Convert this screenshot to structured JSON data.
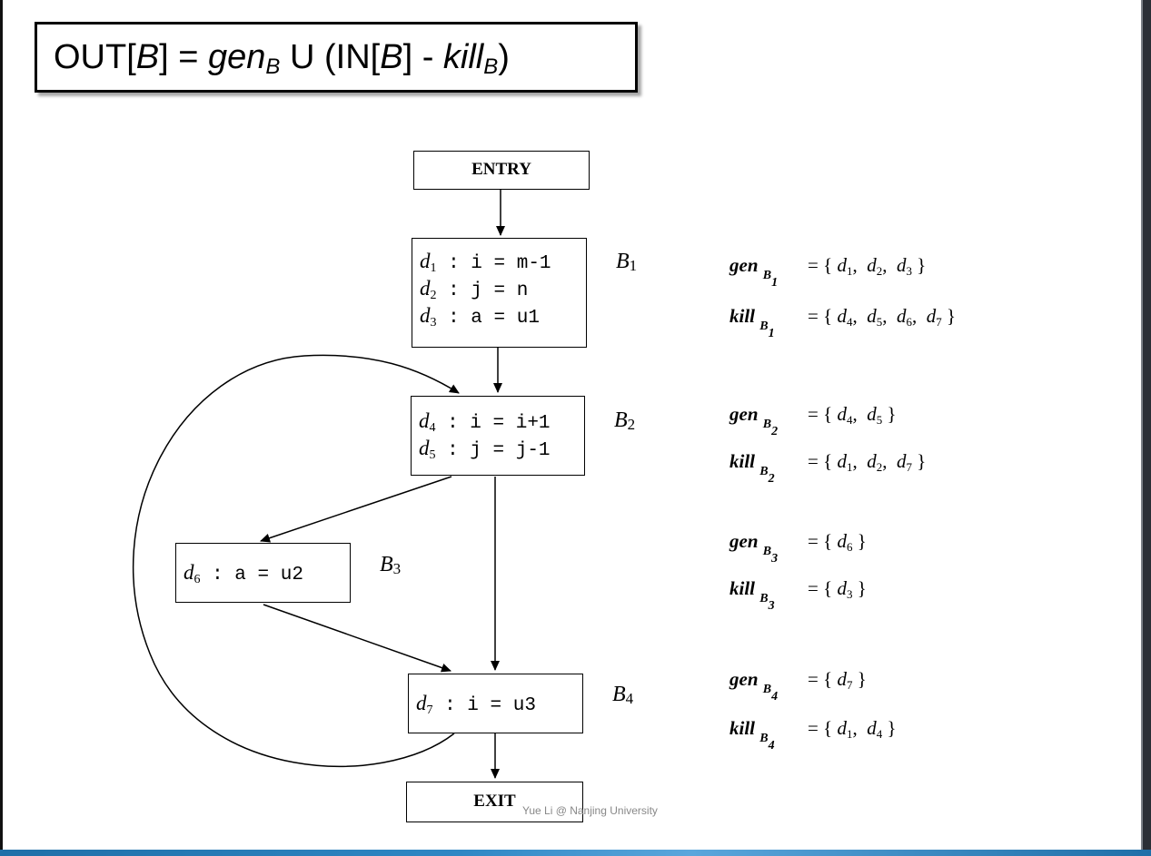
{
  "formula": {
    "out": "OUT[",
    "b1": "B",
    "close1": "] = ",
    "gen": "gen",
    "gen_sub": "B",
    "union": " U (IN[",
    "b2": "B",
    "minus": "] - ",
    "kill": "kill",
    "kill_sub": "B",
    "close2": ")"
  },
  "nodes": {
    "entry": {
      "label": "ENTRY"
    },
    "exit": {
      "label": "EXIT"
    },
    "b1": {
      "label": "B",
      "label_sub": "1",
      "stmts": [
        {
          "d": "d",
          "n": "1",
          "code": " : i = m-1"
        },
        {
          "d": "d",
          "n": "2",
          "code": " : j = n"
        },
        {
          "d": "d",
          "n": "3",
          "code": " : a = u1"
        }
      ]
    },
    "b2": {
      "label": "B",
      "label_sub": "2",
      "stmts": [
        {
          "d": "d",
          "n": "4",
          "code": " : i = i+1"
        },
        {
          "d": "d",
          "n": "5",
          "code": " : j = j-1"
        }
      ]
    },
    "b3": {
      "label": "B",
      "label_sub": "3",
      "stmts": [
        {
          "d": "d",
          "n": "6",
          "code": " : a = u2"
        }
      ]
    },
    "b4": {
      "label": "B",
      "label_sub": "4",
      "stmts": [
        {
          "d": "d",
          "n": "7",
          "code": " : i = u3"
        }
      ]
    }
  },
  "sets": {
    "gen_b1": {
      "name": "gen",
      "sub": "B",
      "subn": "1",
      "eq": "= {",
      "items": [
        "1",
        "2",
        "3"
      ],
      "close": "}"
    },
    "kill_b1": {
      "name": "kill",
      "sub": "B",
      "subn": "1",
      "eq": "= {",
      "items": [
        "4",
        "5",
        "6",
        "7"
      ],
      "close": "}"
    },
    "gen_b2": {
      "name": "gen",
      "sub": "B",
      "subn": "2",
      "eq": "= {",
      "items": [
        "4",
        "5"
      ],
      "close": "}"
    },
    "kill_b2": {
      "name": "kill",
      "sub": "B",
      "subn": "2",
      "eq": "= {",
      "items": [
        "1",
        "2",
        "7"
      ],
      "close": "}"
    },
    "gen_b3": {
      "name": "gen",
      "sub": "B",
      "subn": "3",
      "eq": "= {",
      "items": [
        "6"
      ],
      "close": "}"
    },
    "kill_b3": {
      "name": "kill",
      "sub": "B",
      "subn": "3",
      "eq": "= {",
      "items": [
        "3"
      ],
      "close": "}"
    },
    "gen_b4": {
      "name": "gen",
      "sub": "B",
      "subn": "4",
      "eq": "= {",
      "items": [
        "7"
      ],
      "close": "}"
    },
    "kill_b4": {
      "name": "kill",
      "sub": "B",
      "subn": "4",
      "eq": "= {",
      "items": [
        "1",
        "4"
      ],
      "close": "}"
    }
  },
  "set_var": "d",
  "watermark": "Yue Li @ Nanjing University"
}
